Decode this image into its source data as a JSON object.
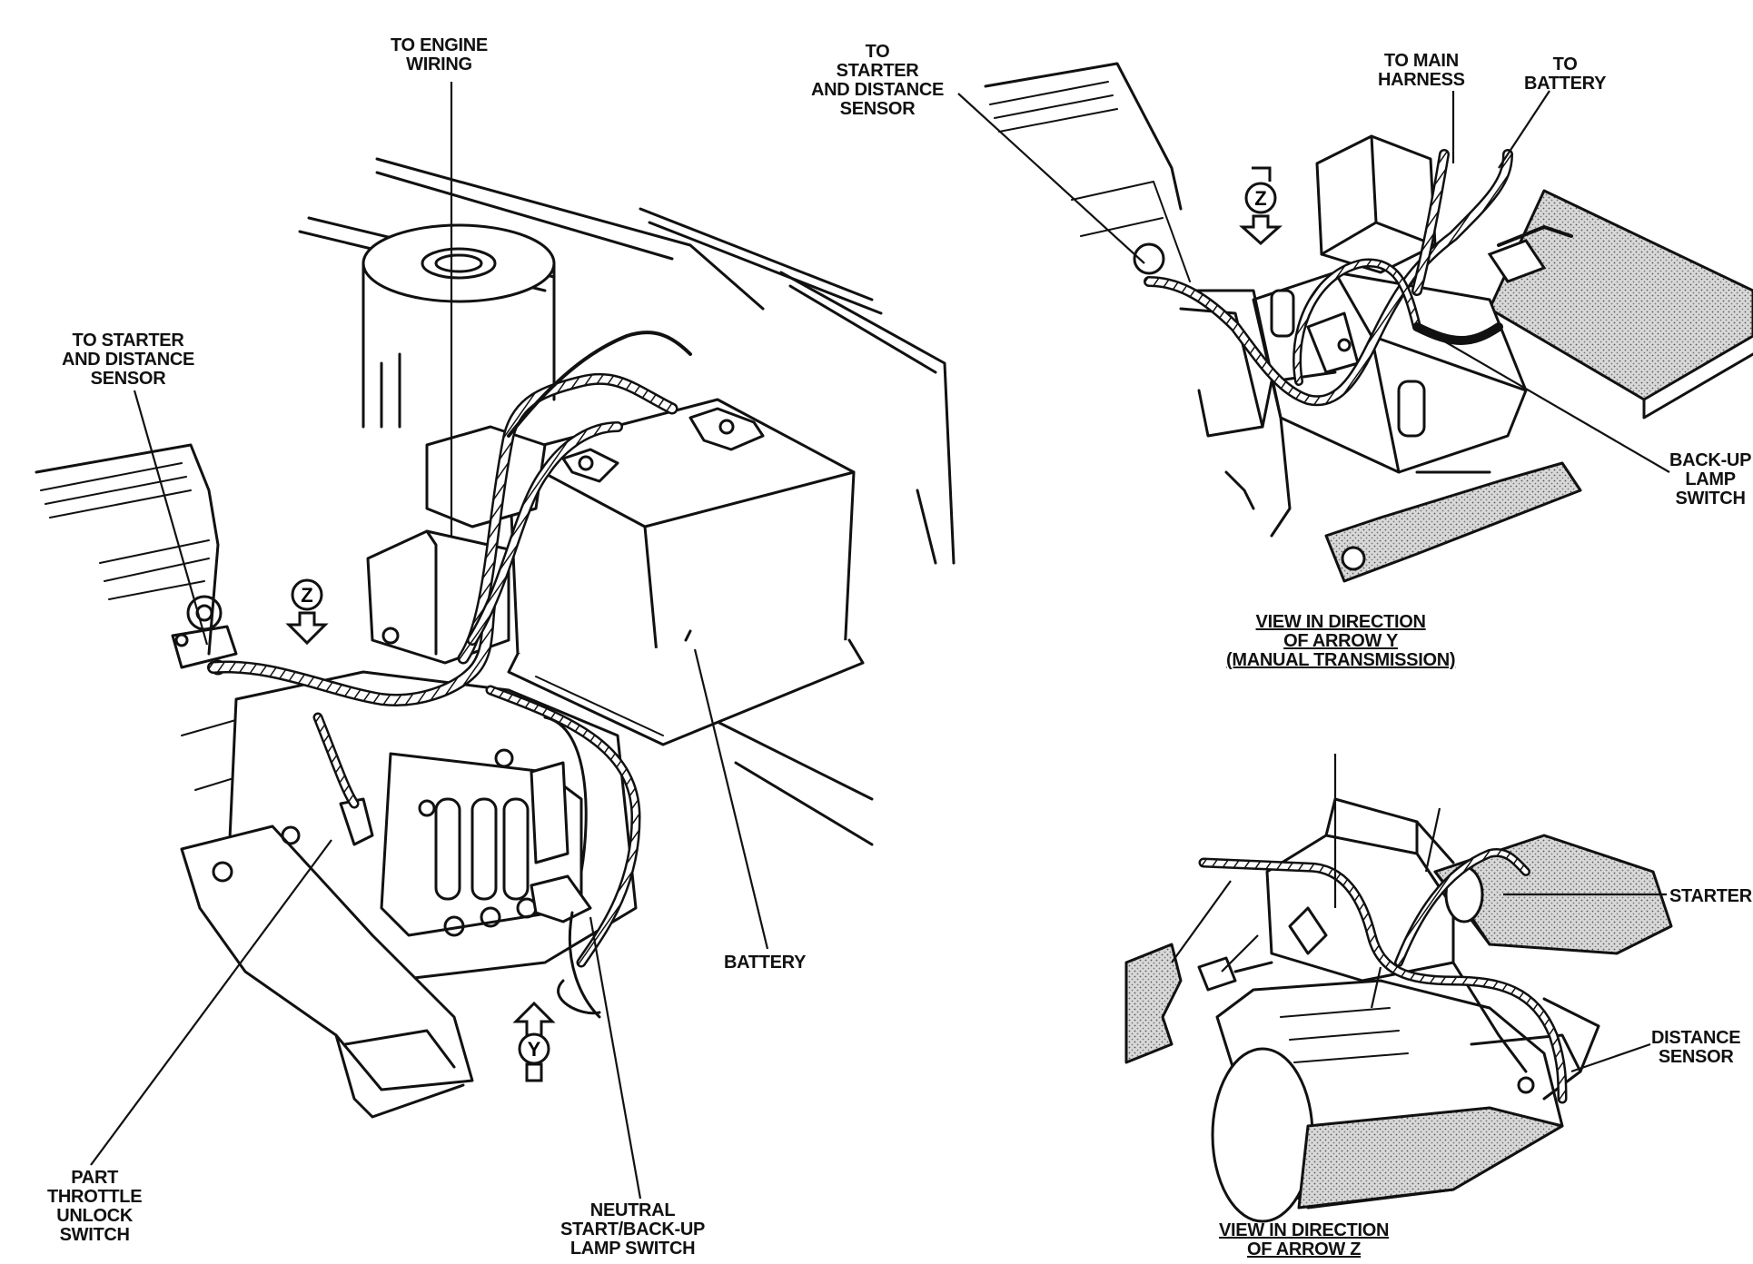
{
  "labels": {
    "to_engine_wiring": [
      "TO ENGINE",
      "WIRING"
    ],
    "to_starter_left": [
      "TO STARTER",
      "AND DISTANCE",
      "SENSOR"
    ],
    "battery": "BATTERY",
    "part_throttle": [
      "PART",
      "THROTTLE",
      "UNLOCK",
      "SWITCH"
    ],
    "neutral_start": [
      "NEUTRAL",
      "START/BACK-UP",
      "LAMP SWITCH"
    ],
    "to_starter_right": [
      "TO",
      "STARTER",
      "AND DISTANCE",
      "SENSOR"
    ],
    "to_main_harness": [
      "TO MAIN",
      "HARNESS"
    ],
    "to_battery": [
      "TO",
      "BATTERY"
    ],
    "backup_lamp": [
      "BACK-UP",
      "LAMP",
      "SWITCH"
    ],
    "view_y": [
      "VIEW IN DIRECTION",
      "OF ARROW Y",
      "(MANUAL TRANSMISSION)"
    ],
    "starter": "STARTER",
    "distance_sensor": [
      "DISTANCE",
      "SENSOR"
    ],
    "view_z": [
      "VIEW IN DIRECTION",
      "OF ARROW Z"
    ]
  },
  "arrows": {
    "z": "Z",
    "y": "Y"
  }
}
